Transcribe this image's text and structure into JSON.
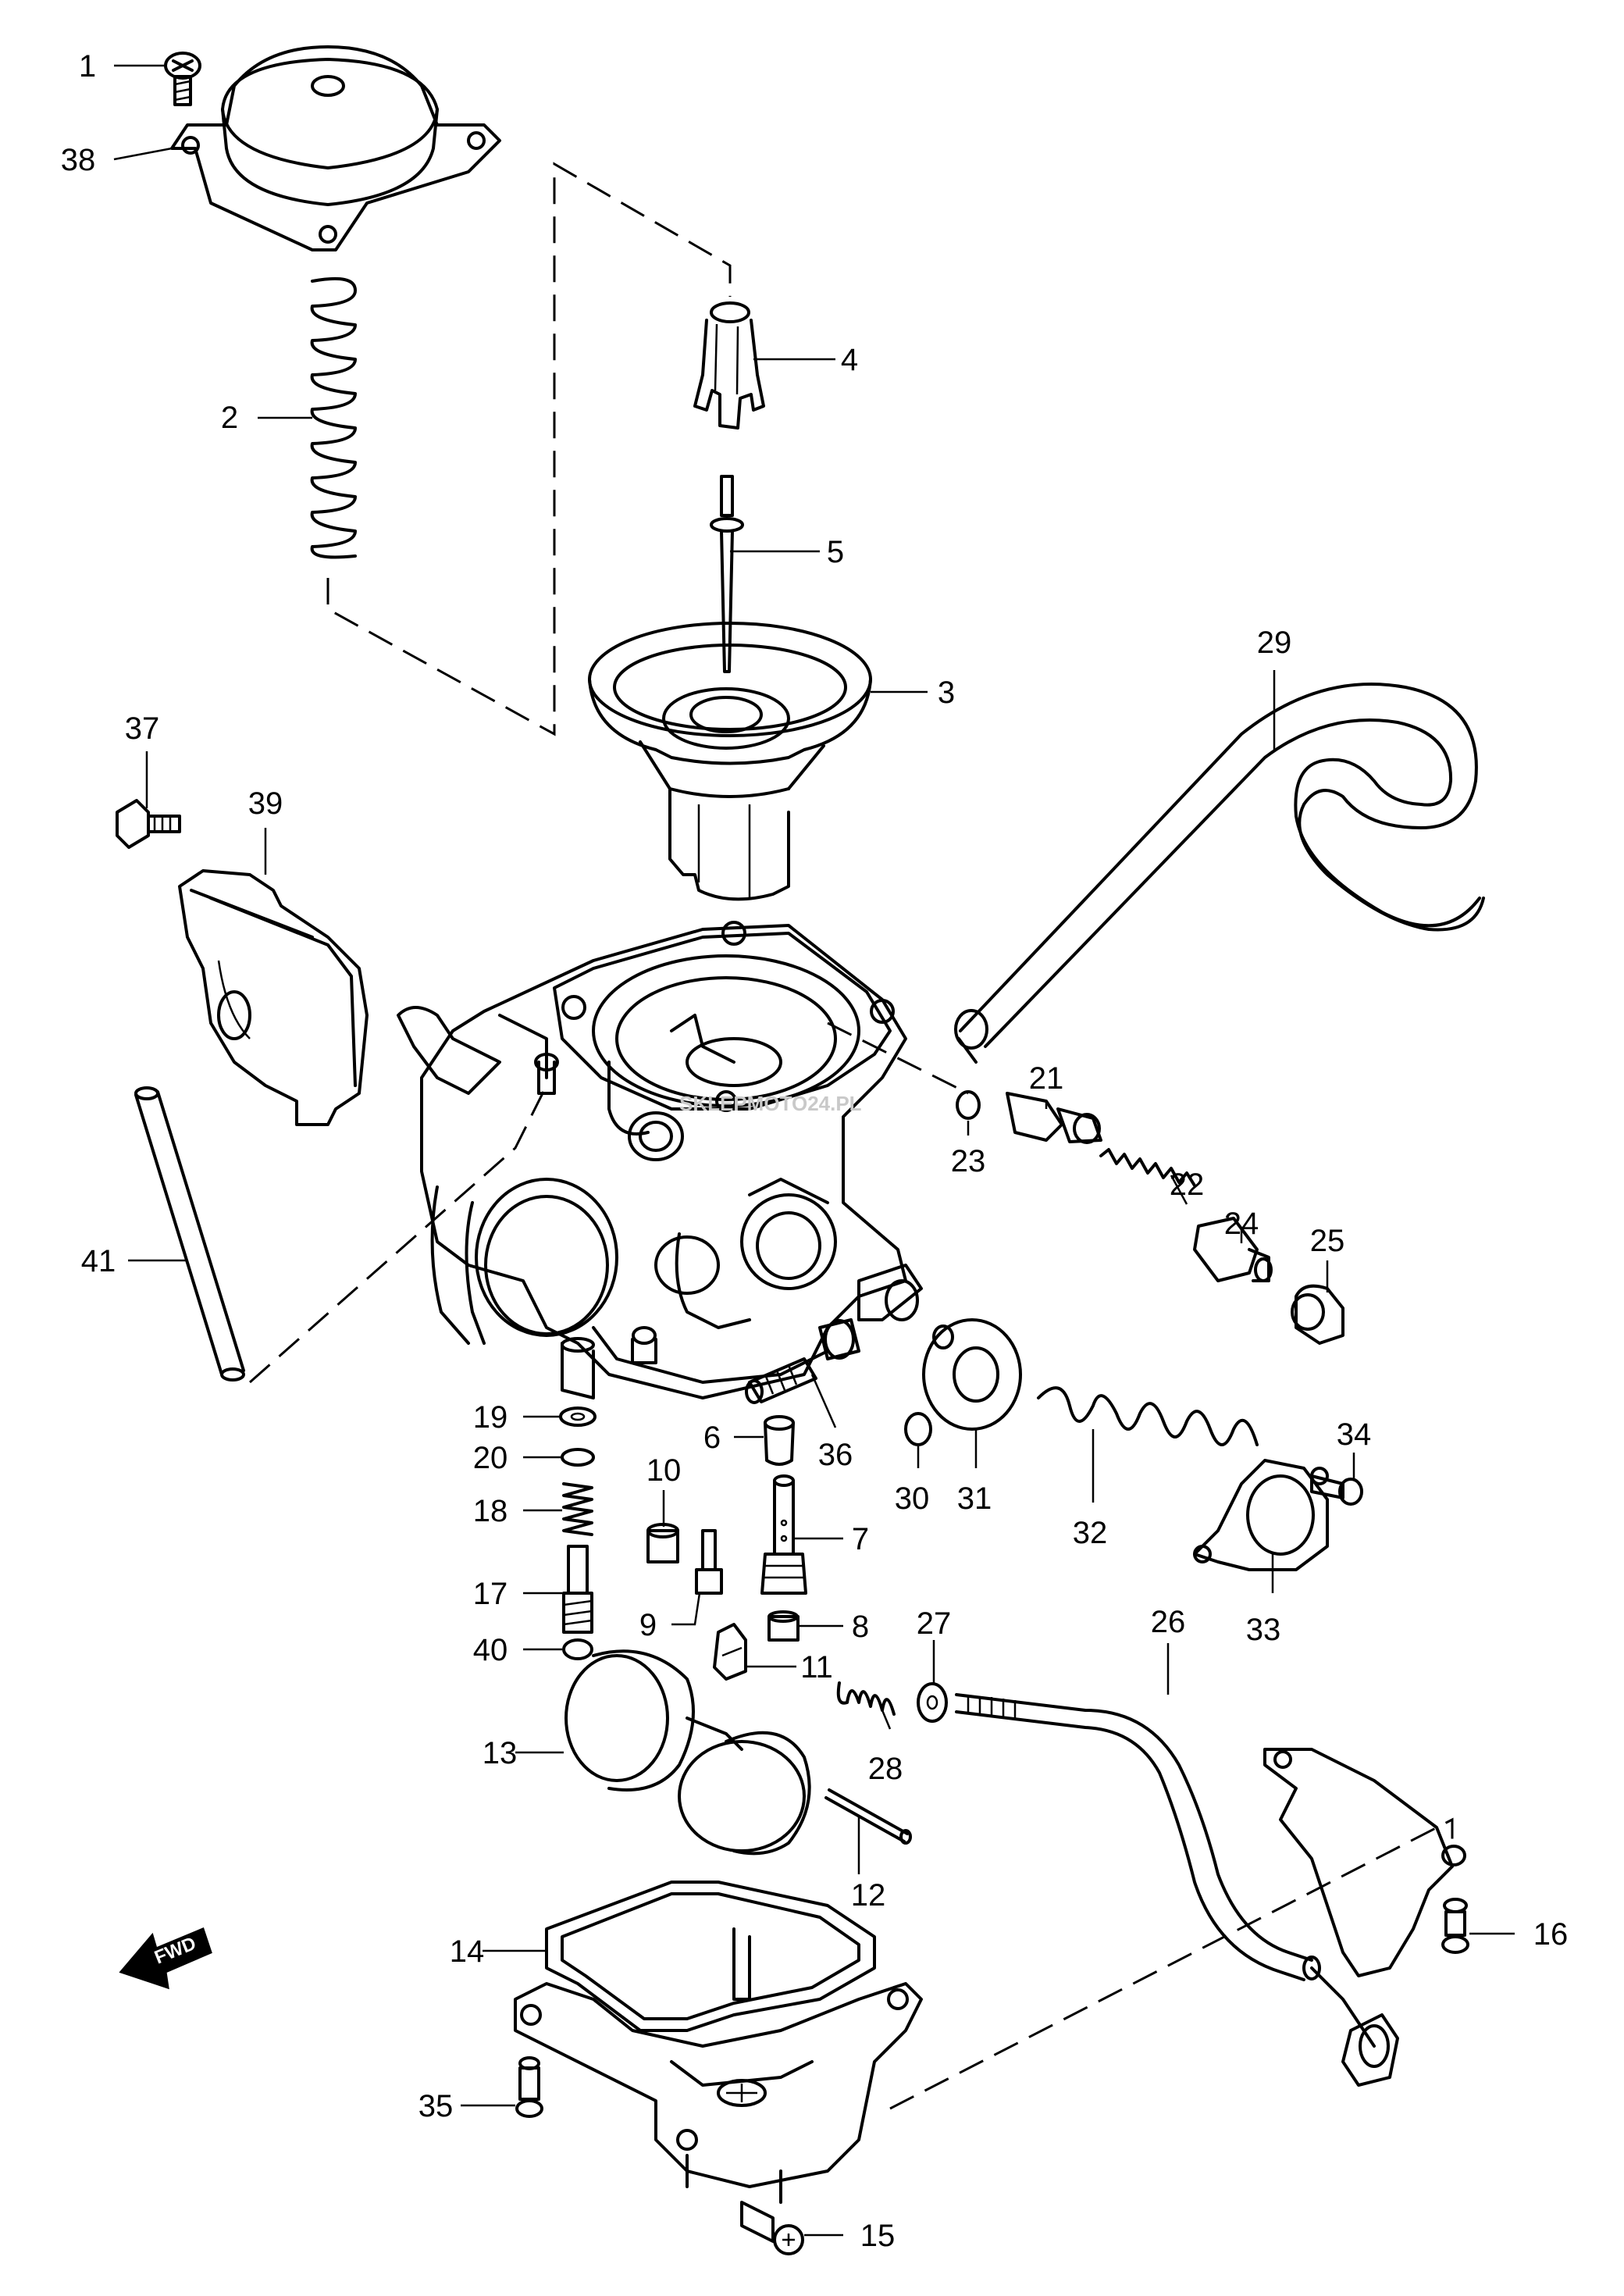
{
  "diagram": {
    "callouts": [
      "1",
      "38",
      "2",
      "4",
      "5",
      "3",
      "29",
      "37",
      "39",
      "41",
      "21",
      "22",
      "24",
      "25",
      "23",
      "19",
      "20",
      "18",
      "17",
      "40",
      "6",
      "36",
      "10",
      "9",
      "7",
      "8",
      "11",
      "30",
      "31",
      "32",
      "34",
      "33",
      "27",
      "26",
      "28",
      "13",
      "12",
      "14",
      "16",
      "35",
      "15"
    ],
    "watermark": "SKLEPMOTO24.PL",
    "direction_marker": "FWD"
  }
}
